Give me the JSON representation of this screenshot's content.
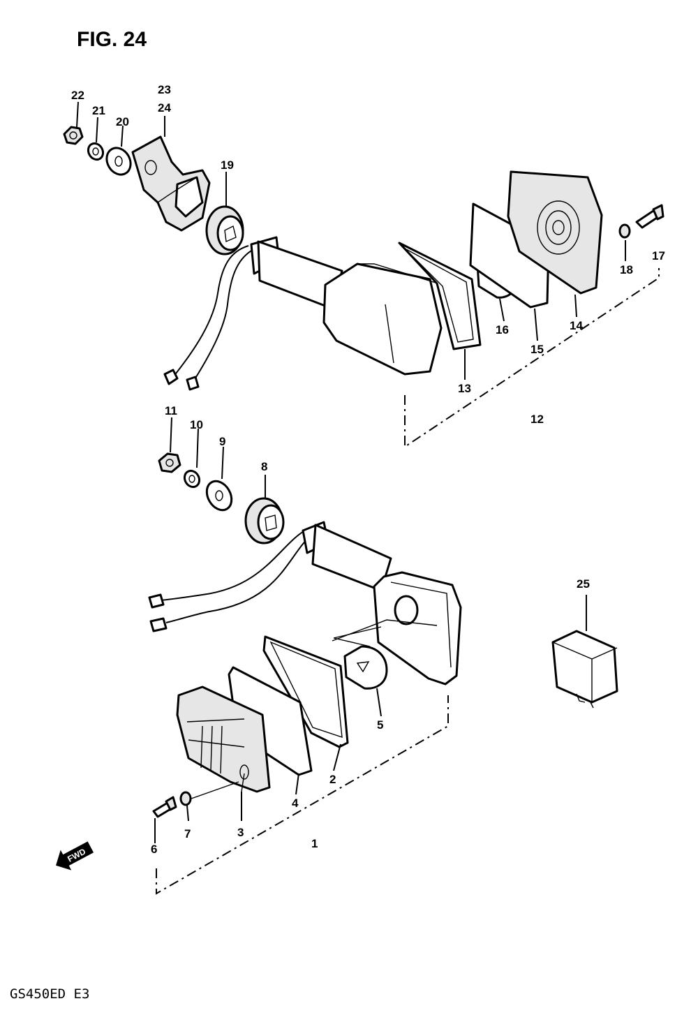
{
  "figure": {
    "title": "FIG. 24",
    "model_code": "GS450ED  E3",
    "forward_marker": "FWD"
  },
  "callouts": [
    {
      "id": "c1",
      "number": "1"
    },
    {
      "id": "c2",
      "number": "2"
    },
    {
      "id": "c3",
      "number": "3"
    },
    {
      "id": "c4",
      "number": "4"
    },
    {
      "id": "c5",
      "number": "5"
    },
    {
      "id": "c6",
      "number": "6"
    },
    {
      "id": "c7",
      "number": "7"
    },
    {
      "id": "c8",
      "number": "8"
    },
    {
      "id": "c9",
      "number": "9"
    },
    {
      "id": "c10",
      "number": "10"
    },
    {
      "id": "c11",
      "number": "11"
    },
    {
      "id": "c12",
      "number": "12"
    },
    {
      "id": "c13",
      "number": "13"
    },
    {
      "id": "c14",
      "number": "14"
    },
    {
      "id": "c15",
      "number": "15"
    },
    {
      "id": "c16",
      "number": "16"
    },
    {
      "id": "c17",
      "number": "17"
    },
    {
      "id": "c18",
      "number": "18"
    },
    {
      "id": "c19",
      "number": "19"
    },
    {
      "id": "c20",
      "number": "20"
    },
    {
      "id": "c21",
      "number": "21"
    },
    {
      "id": "c22",
      "number": "22"
    },
    {
      "id": "c23",
      "number": "23"
    },
    {
      "id": "c24",
      "number": "24"
    },
    {
      "id": "c25",
      "number": "25"
    }
  ]
}
